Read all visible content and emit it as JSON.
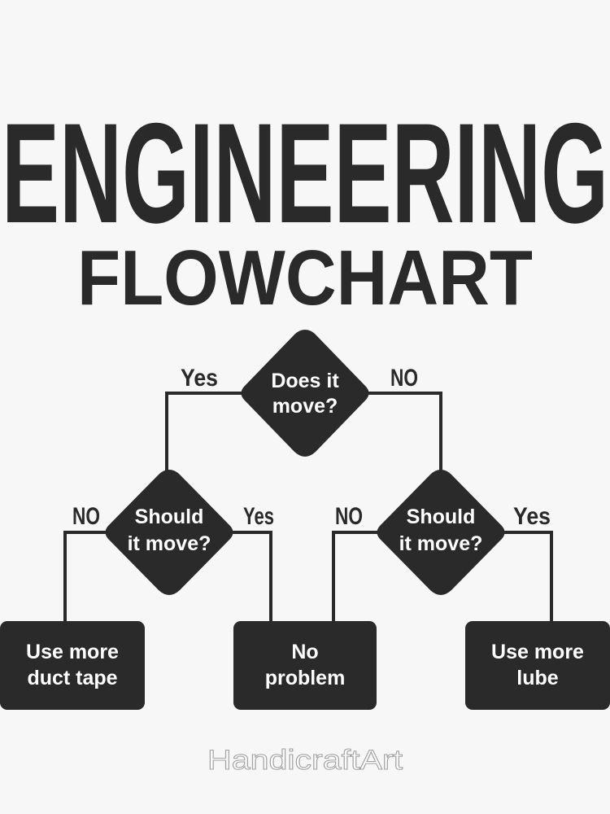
{
  "title": "ENGINEERING",
  "subtitle": "FLOWCHART",
  "watermark": "HandicraftArt",
  "colors": {
    "background": "#f7f7f7",
    "ink": "#2a2a2a",
    "node_text": "#ffffff"
  },
  "nodes": {
    "root": {
      "line1": "Does it",
      "line2": "move?"
    },
    "left_decision": {
      "line1": "Should",
      "line2": "it move?"
    },
    "right_decision": {
      "line1": "Should",
      "line2": "it move?"
    },
    "box_left": {
      "line1": "Use more",
      "line2": "duct tape"
    },
    "box_middle": {
      "line1": "No",
      "line2": "problem"
    },
    "box_right": {
      "line1": "Use more",
      "line2": "lube"
    }
  },
  "edges": {
    "root_yes": "Yes",
    "root_no": "NO",
    "left_no": "NO",
    "left_yes": "Yes",
    "right_no": "NO",
    "right_yes": "Yes"
  }
}
